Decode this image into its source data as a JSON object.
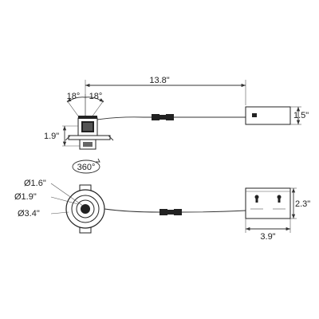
{
  "diagram": {
    "top_view": {
      "cable_length": "13.8\"",
      "tilt_left": "18°",
      "tilt_right": "18°",
      "fixture_height": "1.9\"",
      "rotation": "360°",
      "box_height": "1.5\""
    },
    "front_view": {
      "aperture": "Ø1.6\"",
      "trim_inner": "Ø1.9\"",
      "trim_outer": "Ø3.4\"",
      "box_height": "2.3\"",
      "box_width": "3.9\""
    }
  }
}
